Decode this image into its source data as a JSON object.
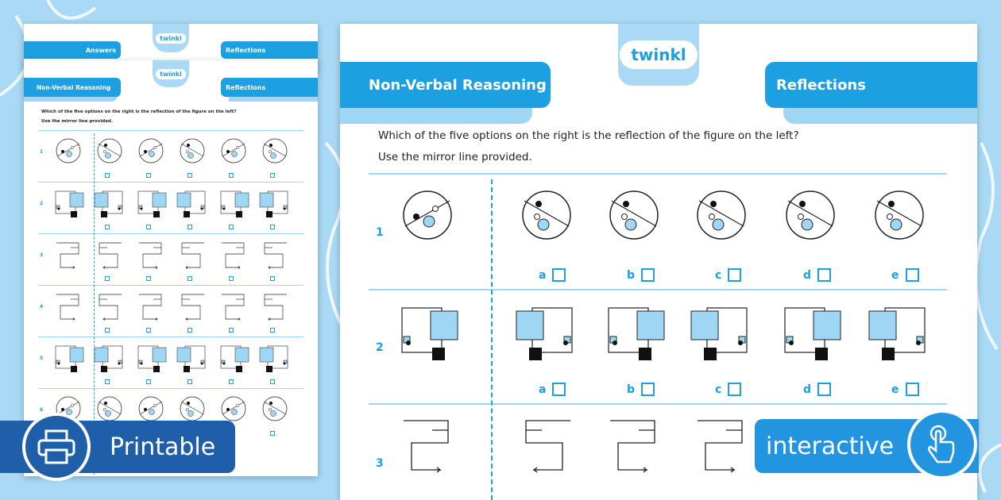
{
  "back_sheet": {
    "tab_left": "Answers",
    "tab_right": "Reflections",
    "logo": "twinkl"
  },
  "mini_sheet": {
    "tab_left": "Non-Verbal Reasoning",
    "tab_right": "Reflections",
    "logo": "twinkl",
    "question_line1": "Which of the five options on the right is the reflection of the figure on the left?",
    "question_line2": "Use the mirror line provided.",
    "row_numbers": [
      "1",
      "2",
      "3",
      "4",
      "5",
      "6"
    ]
  },
  "main_sheet": {
    "logo": "twinkl",
    "tab_left": "Non-Verbal Reasoning",
    "tab_right": "Reflections",
    "question_line1": "Which of the five options on the right is the reflection of the figure on the left?",
    "question_line2": "Use the mirror line provided.",
    "rows": [
      {
        "number": "1"
      },
      {
        "number": "2"
      },
      {
        "number": "3"
      }
    ],
    "options": [
      "a",
      "b",
      "c",
      "d",
      "e"
    ]
  },
  "badges": {
    "printable": "Printable",
    "interactive": "interactive",
    "printable_icon": "printer-icon",
    "interactive_icon": "hand-touch-icon"
  },
  "colors": {
    "accent": "#1ca0e2",
    "background": "#a9d9f4",
    "printable": "#1f5ea8",
    "interactive": "#2395e0"
  }
}
